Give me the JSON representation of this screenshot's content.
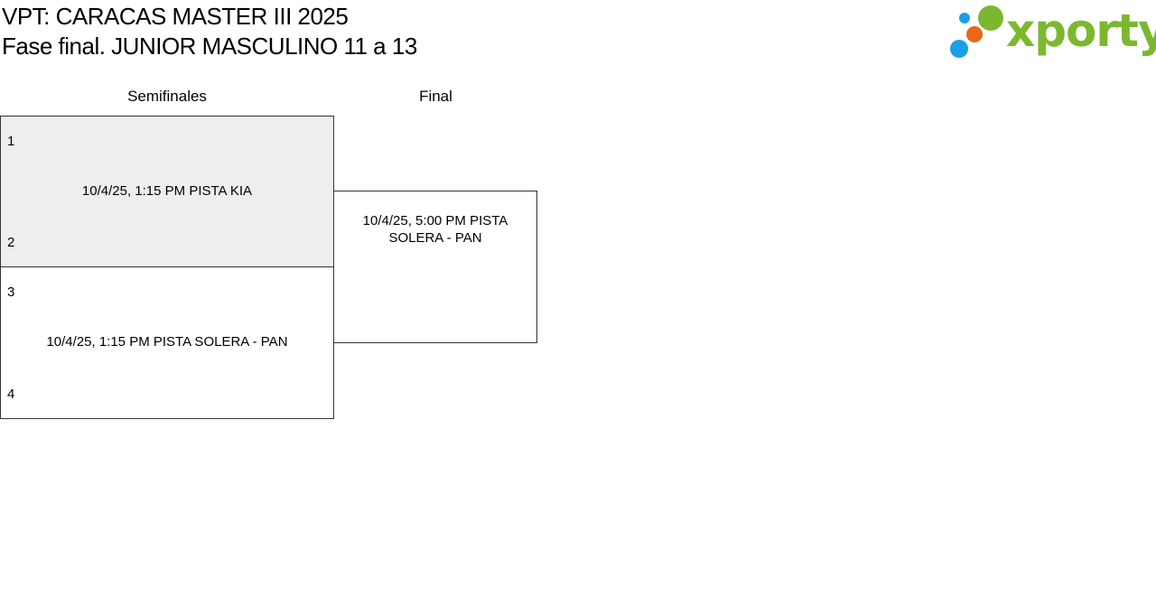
{
  "header": {
    "title_line1": "VPT: CARACAS MASTER III 2025",
    "title_line2": "Fase final. JUNIOR MASCULINO 11 a 13"
  },
  "logo": {
    "text": "xporty",
    "colors": {
      "wordmark": "#7cb82f",
      "dot_blue": "#1aa0e6",
      "dot_orange": "#e8671a",
      "dot_green": "#7cb82f"
    }
  },
  "rounds": {
    "semifinal_label": "Semifinales",
    "final_label": "Final"
  },
  "matches": {
    "semi1": {
      "seed_top": "1",
      "seed_bottom": "2",
      "info": "10/4/25, 1:15 PM PISTA KIA"
    },
    "semi2": {
      "seed_top": "3",
      "seed_bottom": "4",
      "info": "10/4/25, 1:15 PM PISTA SOLERA - PAN"
    },
    "final": {
      "info": "10/4/25, 5:00 PM PISTA SOLERA - PAN"
    }
  },
  "colors": {
    "shaded_match": "#eeeeee",
    "border": "#333333"
  }
}
